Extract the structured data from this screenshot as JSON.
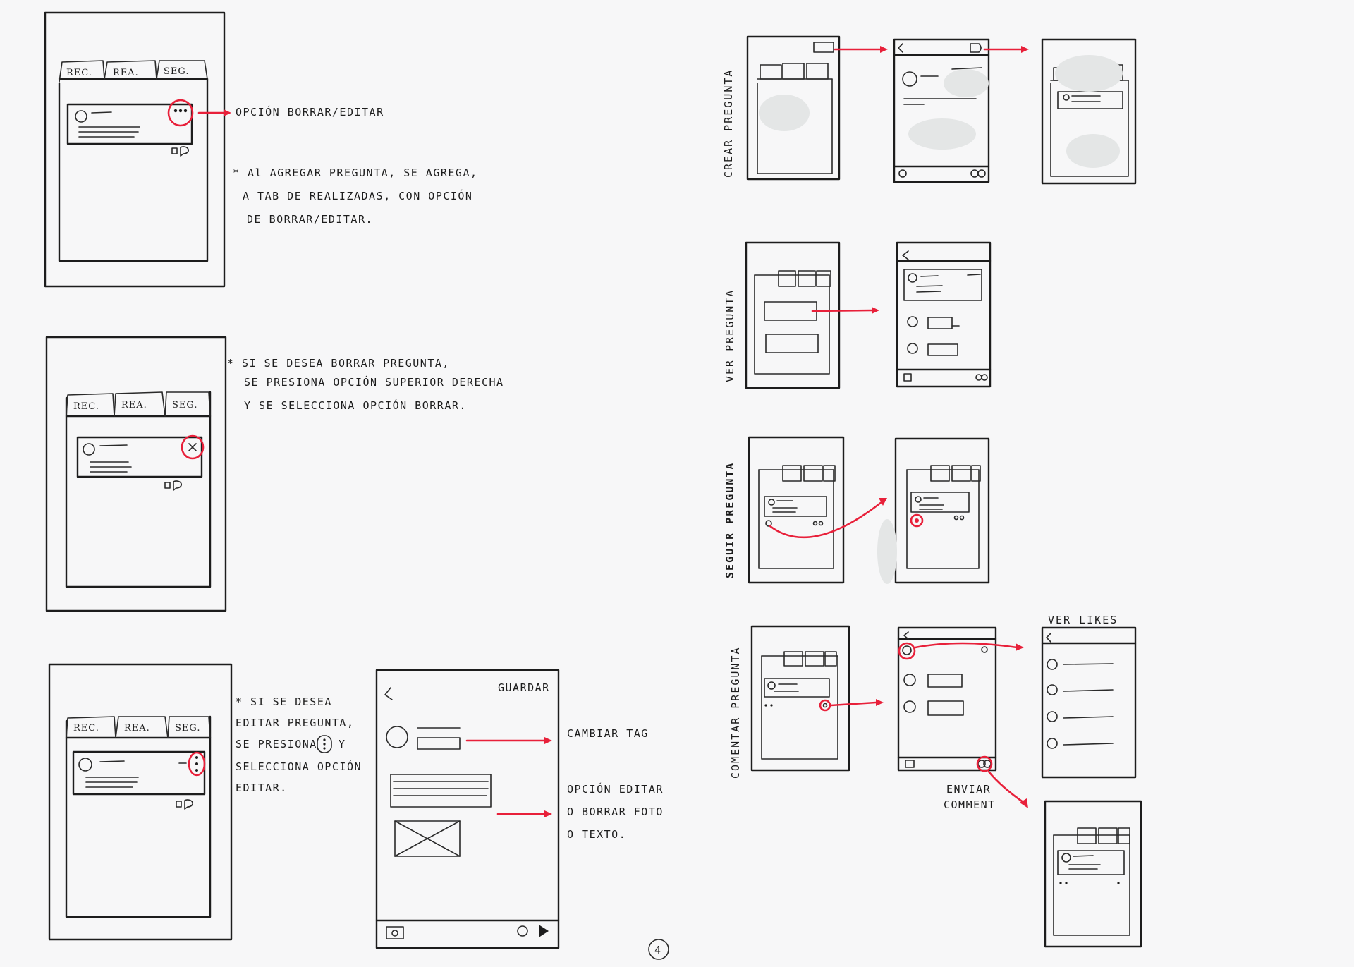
{
  "tabs": {
    "rec": "REC.",
    "rea": "REA.",
    "seg": "SEG."
  },
  "notes": {
    "n1_label": "OPCIÓN BORRAR/EDITAR",
    "n2_line1": "* Al AGREGAR PREGUNTA, SE AGREGA,",
    "n2_line2": "A TAB DE REALIZADAS, CON OPCIÓN",
    "n2_line3": "DE BORRAR/EDITAR.",
    "n3_line1": "* SI SE DESEA BORRAR PREGUNTA,",
    "n3_line2": "SE PRESIONA OPCIÓN SUPERIOR DERECHA",
    "n3_line3": "Y SE SELECCIONA OPCIÓN BORRAR.",
    "n4_line1": "* SI SE DESEA",
    "n4_line2": "EDITAR PREGUNTA,",
    "n4_line3": "SE PRESIONA",
    "n4_line3b": "Y",
    "n4_line4": "SELECCIONA OPCIÓN",
    "n4_line5": "EDITAR.",
    "save": "GUARDAR",
    "change_tag": "CAMBIAR TAG",
    "edit_opt_1": "OPCIÓN EDITAR",
    "edit_opt_2": "O BORRAR FOTO",
    "edit_opt_3": "O TEXTO.",
    "page_number": "4"
  },
  "flows": {
    "crear": "CREAR PREGUNTA",
    "ver": "VER PREGUNTA",
    "seguir": "SEGUIR PREGUNTA",
    "comentar": "COMENTAR PREGUNTA",
    "ver_likes": "VER LIKES",
    "enviar_1": "ENVIAR",
    "enviar_2": "COMMENT"
  },
  "colors": {
    "ink": "#1d1d1d",
    "accent": "#e8203a",
    "paper": "#f7f7f8"
  }
}
